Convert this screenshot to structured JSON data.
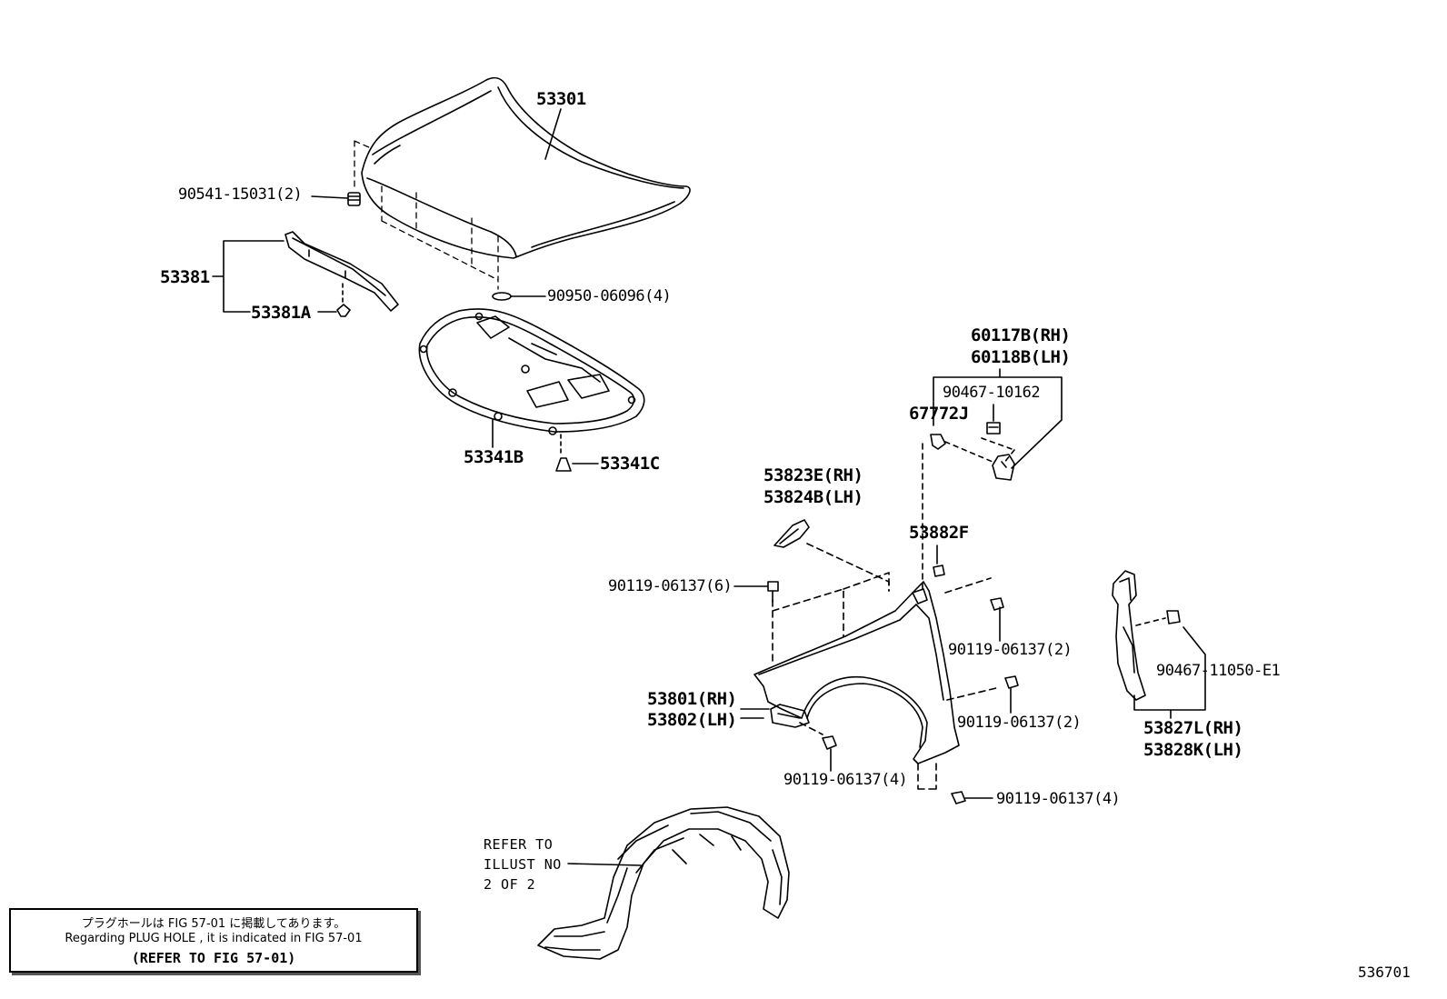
{
  "labels": {
    "hood": "53301",
    "hood_cushion": "90541-15031(2)",
    "seal_53381": "53381",
    "seal_clip": "53381A",
    "plug": "90950-06096(4)",
    "insulator": "53341B",
    "insulator_clip": "53341C",
    "bracket_rh": "60117B(RH)",
    "bracket_lh": "60118B(LH)",
    "bracket_bolt": "90467-10162",
    "clip_67772": "67772J",
    "fender_seal_rh": "53823E(RH)",
    "fender_seal_lh": "53824B(LH)",
    "nut_53882": "53882F",
    "bolt_6": "90119-06137(6)",
    "bolt_2a": "90119-06137(2)",
    "bolt_2b": "90119-06137(2)",
    "bolt_4a": "90119-06137(4)",
    "bolt_4b": "90119-06137(4)",
    "fender_rh": "53801(RH)",
    "fender_lh": "53802(LH)",
    "clip_e1": "90467-11050-E1",
    "side_seal_rh": "53827L(RH)",
    "side_seal_lh": "53828K(LH)",
    "refer_1": "REFER TO",
    "refer_2": "ILLUST NO",
    "refer_3": "2 OF 2",
    "image_id": "536701"
  },
  "note": {
    "japanese": "プラグホールは FIG 57-01 に掲載してあります。",
    "english": "Regarding PLUG HOLE , it is indicated in FIG 57-01",
    "refer": "(REFER TO FIG 57-01)"
  }
}
